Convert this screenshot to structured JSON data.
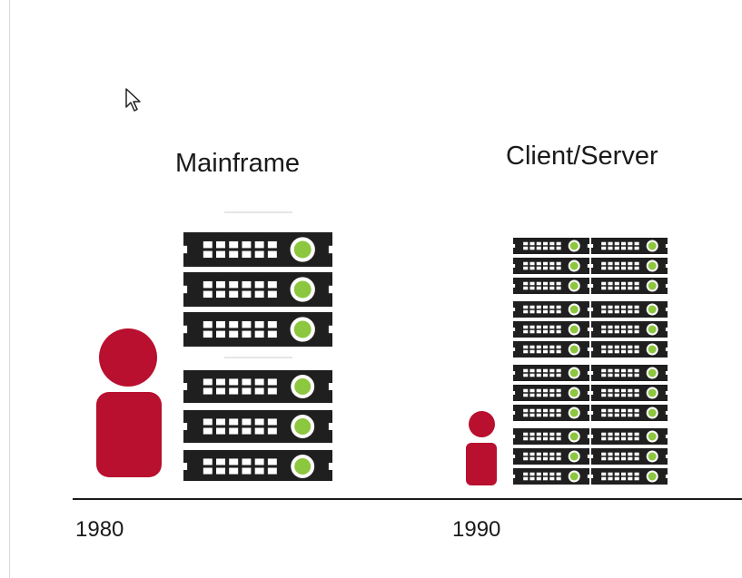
{
  "diagram": {
    "eras": [
      {
        "title": "Mainframe",
        "year": "1980"
      },
      {
        "title": "Client/Server",
        "year": "1990"
      }
    ]
  },
  "colors": {
    "person": "#b8102e",
    "server": "#1f1f1f",
    "server_light": "#8dc63f",
    "text": "#1a1a1a"
  },
  "icons": [
    "mouse-cursor-icon",
    "person-icon",
    "server-rack-icon"
  ]
}
